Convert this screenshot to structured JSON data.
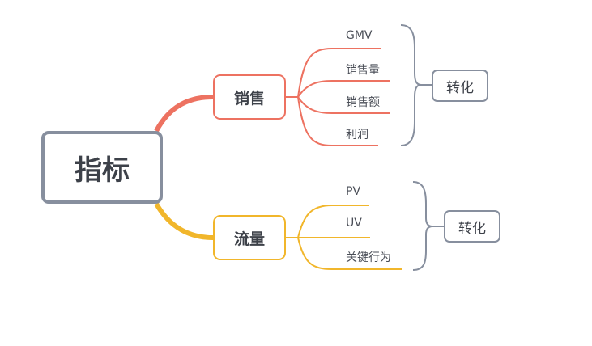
{
  "colors": {
    "sales_branch": "#ed7261",
    "traffic_branch": "#f1b62b",
    "neutral": "#878f9e",
    "text": "#3d4149"
  },
  "root": {
    "label": "指标"
  },
  "branches": [
    {
      "label": "销售",
      "leaves": [
        "GMV",
        "销售量",
        "销售额",
        "利润"
      ],
      "summary": "转化"
    },
    {
      "label": "流量",
      "leaves": [
        "PV",
        "UV",
        "关键行为"
      ],
      "summary": "转化"
    }
  ]
}
